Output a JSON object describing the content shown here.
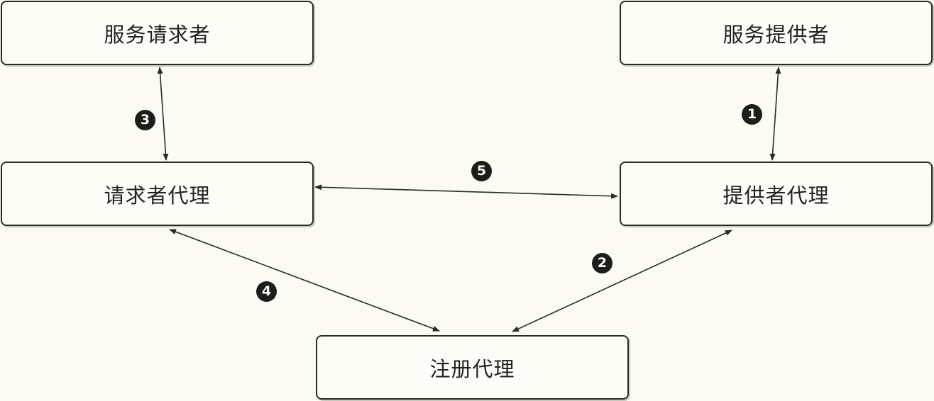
{
  "nodes": {
    "service_requester": "服务请求者",
    "service_provider": "服务提供者",
    "requester_proxy": "请求者代理",
    "provider_proxy": "提供者代理",
    "registry_proxy": "注册代理"
  },
  "steps": {
    "s1": "1",
    "s2": "2",
    "s3": "3",
    "s4": "4",
    "s5": "5"
  },
  "colors": {
    "line": "#2b2b26",
    "badge": "#1d1d19"
  }
}
